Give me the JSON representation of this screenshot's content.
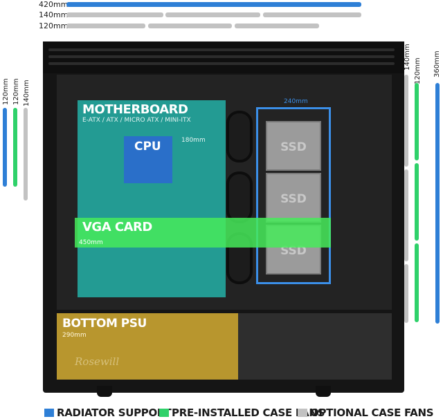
{
  "top_measurements": {
    "radiator_420": "420mm",
    "fan_140": "140mm",
    "fan_120": "120mm"
  },
  "left_measurements": {
    "radiator_120": "120mm",
    "preinstalled_120": "120mm",
    "optional_140": "140mm"
  },
  "right_measurements": {
    "radiator_360": "360mm",
    "preinstalled_120": "120mm",
    "optional_140": "140mm"
  },
  "components": {
    "motherboard_title": "MOTHERBOARD",
    "motherboard_formats": "E-ATX / ATX / MICRO ATX / MINI-ITX",
    "cpu_label": "CPU",
    "cpu_clearance": "180mm",
    "vga_label": "VGA CARD",
    "vga_length": "450mm",
    "ssd_cage_width": "240mm",
    "ssd_labels": [
      "SSD",
      "SSD",
      "SSD"
    ],
    "psu_label": "BOTTOM PSU",
    "psu_length": "290mm",
    "brand": "Rosewill"
  },
  "legend": {
    "radiator": "RADIATOR SUPPORT",
    "preinstalled": "PRE-INSTALLED CASE FANS",
    "optional": "OPTIONAL CASE FANS"
  },
  "colors": {
    "radiator": "#2e7fd6",
    "preinstalled": "#2fd16a",
    "optional": "#c2c2c2"
  }
}
